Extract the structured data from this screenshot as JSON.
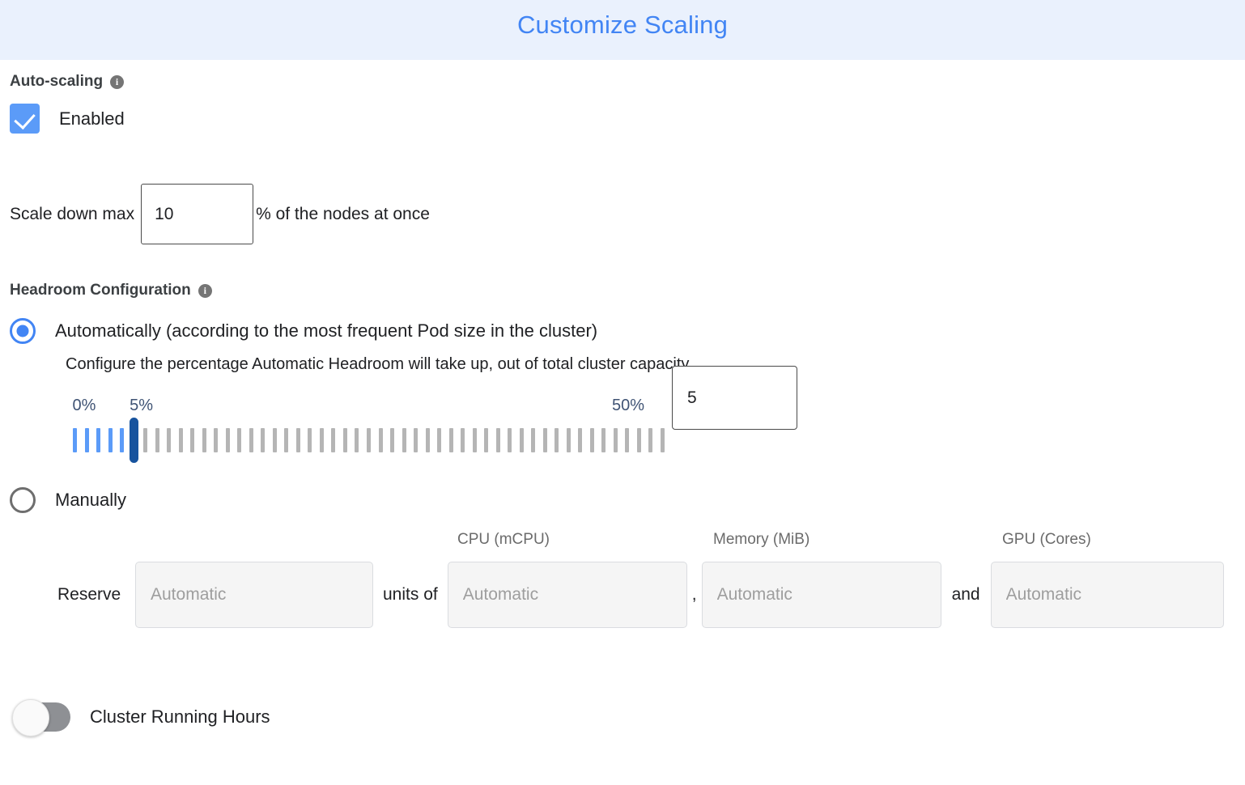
{
  "header": {
    "title": "Customize Scaling",
    "bg_color": "#eaf1fd",
    "title_color": "#4285f4"
  },
  "autoscaling": {
    "section_label": "Auto-scaling",
    "info_icon": "info-icon",
    "info_glyph": "i",
    "checkbox_label": "Enabled",
    "checkbox_checked": true,
    "accent_color": "#5b9bf8"
  },
  "scale_down": {
    "prefix_label": "Scale down max",
    "value": "10",
    "suffix_label": "% of the nodes at once"
  },
  "headroom": {
    "section_label": "Headroom Configuration",
    "info_glyph": "i",
    "auto_option": {
      "label": "Automatically (according to the most frequent Pod size in the cluster)",
      "selected": true,
      "description": "Configure the percentage Automatic Headroom will take up, out of total cluster capacity"
    },
    "manual_option": {
      "label": "Manually",
      "selected": false
    },
    "slider": {
      "min_label": "0%",
      "current_label": "5%",
      "max_label": "50%",
      "min": 0,
      "max": 50,
      "value": 5,
      "tick_count": 51,
      "value_input": "5",
      "filled_color": "#5b9bf8",
      "empty_color": "#b5b5b5",
      "thumb_color": "#17539e",
      "label_color": "#3f5374"
    }
  },
  "reserve": {
    "column_headers": [
      "CPU (mCPU)",
      "Memory (MiB)",
      "GPU (Cores)"
    ],
    "lead_word": "Reserve",
    "units_word": "units of",
    "comma": ",",
    "and_word": "and",
    "fields": [
      {
        "name": "nodes",
        "placeholder": "Automatic",
        "value": "",
        "disabled": true
      },
      {
        "name": "cpu",
        "placeholder": "Automatic",
        "value": "",
        "disabled": true
      },
      {
        "name": "memory",
        "placeholder": "Automatic",
        "value": "",
        "disabled": true
      },
      {
        "name": "gpu",
        "placeholder": "Automatic",
        "value": "",
        "disabled": true
      }
    ]
  },
  "cluster_running_hours": {
    "label": "Cluster Running Hours",
    "enabled": false
  }
}
